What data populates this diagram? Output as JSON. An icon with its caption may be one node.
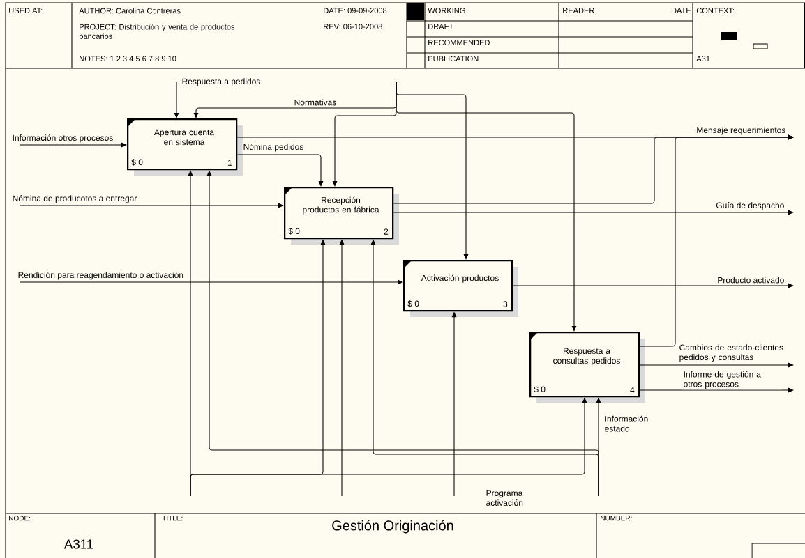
{
  "diagram": {
    "title": "Gestión Originación",
    "nodes": [
      {
        "text": [
          "Apertura cuenta en sistema",
          "$ 0",
          "1"
        ]
      },
      {
        "text": [
          "Recepción productos en fábrica",
          "$ 0",
          "2"
        ]
      },
      {
        "text": [
          "Activación productos",
          "$ 0",
          "3"
        ]
      },
      {
        "text": [
          "Respuesta a consultas pedidos",
          "$ 0",
          "4"
        ]
      }
    ],
    "edges": [
      {
        "from": null,
        "to": 0,
        "arrow": "to",
        "label": "Información otros procesos"
      },
      {
        "from": null,
        "to": 1,
        "arrow": "to",
        "label": "Nómina de producotos a entregar"
      },
      {
        "from": null,
        "to": 2,
        "arrow": "to",
        "label": "Rendición para reagendamiento o activación"
      },
      {
        "from": null,
        "to": 0,
        "arrow": "to",
        "label": "Respuesta a pedidos"
      },
      {
        "from": null,
        "to": 0,
        "arrow": "to",
        "label": "Normativas"
      },
      {
        "from": null,
        "to": 1,
        "arrow": "to"
      },
      {
        "from": null,
        "to": 2,
        "arrow": "to"
      },
      {
        "from": null,
        "to": 3,
        "arrow": "to"
      },
      {
        "from": 0,
        "to": 1,
        "arrow": "to",
        "label": "Nómina pedidos"
      },
      {
        "from": 0,
        "to": null,
        "arrow": "to",
        "label": "Mensaje requerimientos"
      },
      {
        "from": 1,
        "to": null,
        "arrow": "to"
      },
      {
        "from": 1,
        "to": null,
        "arrow": "to",
        "label": "Guía de despacho"
      },
      {
        "from": 2,
        "to": null,
        "arrow": "to",
        "label": "Producto activado"
      },
      {
        "from": 3,
        "to": null,
        "arrow": "to"
      },
      {
        "from": 3,
        "to": null,
        "arrow": "to",
        "label": "Cambios de estado-clientes pedidos y consultas"
      },
      {
        "from": 3,
        "to": null,
        "arrow": "to",
        "label": "Informe de gestión a otros procesos"
      },
      {
        "from": null,
        "to": 0,
        "arrow": "to"
      },
      {
        "from": null,
        "to": 1,
        "arrow": "to"
      },
      {
        "from": null,
        "to": 3,
        "arrow": "to"
      },
      {
        "from": null,
        "to": 1,
        "arrow": "to"
      },
      {
        "from": null,
        "to": 2,
        "arrow": "to",
        "label": "Programa activación"
      },
      {
        "from": null,
        "to": 3,
        "arrow": "to",
        "label": "Información estado"
      },
      {
        "from": null,
        "to": 1,
        "arrow": "to"
      },
      {
        "from": null,
        "to": 0,
        "arrow": "to"
      }
    ],
    "labels": [
      "USED AT:",
      "AUTHOR: Carolina Contreras",
      "PROJECT: Distribución y venta de productos bancarios",
      "NOTES: 1 2 3 4 5 6 7 8 9 10",
      "DATE: 09-09-2008",
      "REV: 06-10-2008",
      "WORKING",
      "DRAFT",
      "RECOMMENDED",
      "PUBLICATION",
      "READER",
      "DATE",
      "CONTEXT:",
      "A31",
      "NODE:",
      "A311",
      "TITLE:",
      "NUMBER:"
    ]
  }
}
